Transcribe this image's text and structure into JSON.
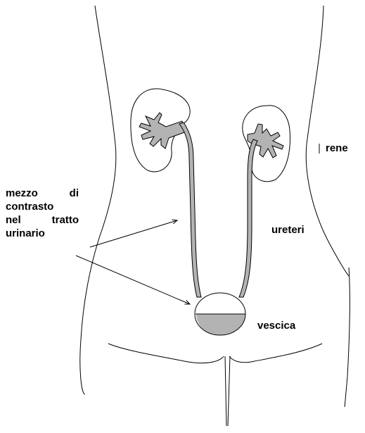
{
  "labels": {
    "kidney": "rene",
    "ureters": "ureteri",
    "bladder": "vescica",
    "contrast_line1": "mezzo di",
    "contrast_line2": "contrasto",
    "contrast_line3": "nel tratto",
    "contrast_line4": "urinario"
  },
  "colors": {
    "stroke": "#000000",
    "contrast_fill": "#b3b3b3",
    "background": "#ffffff"
  }
}
